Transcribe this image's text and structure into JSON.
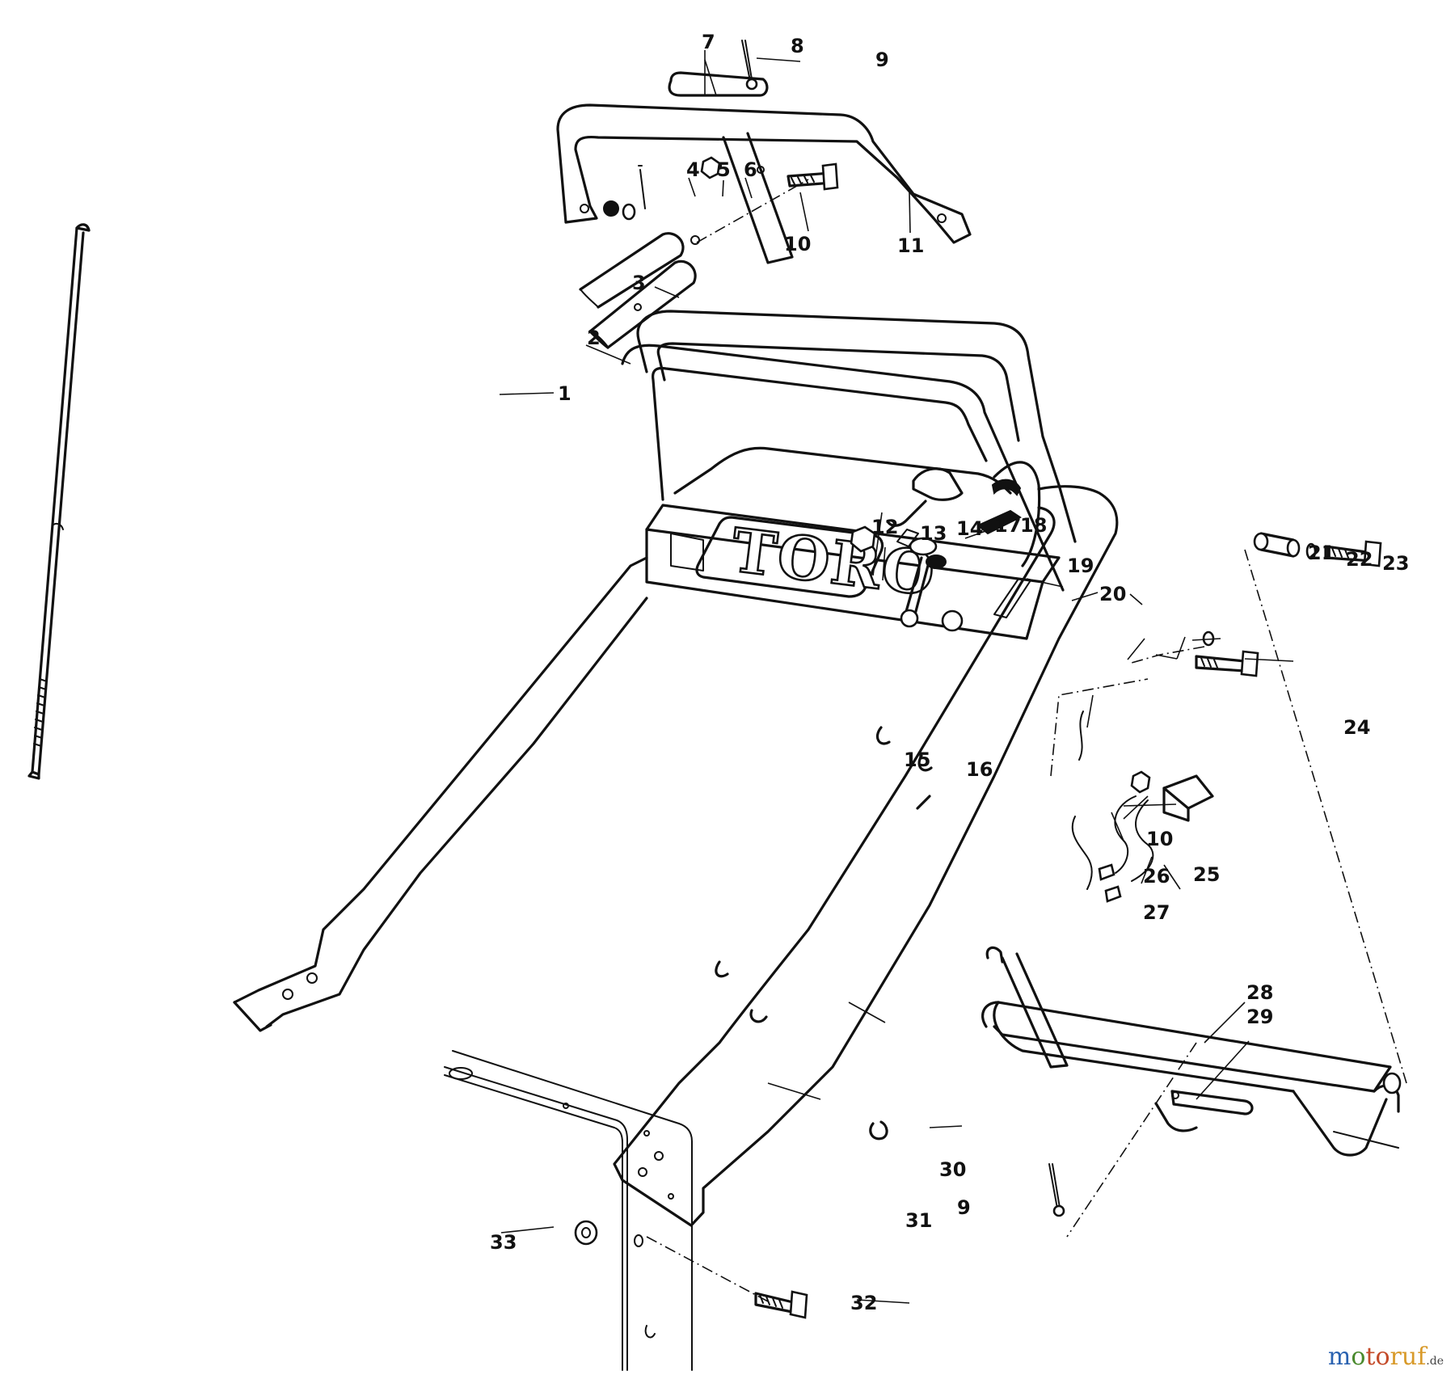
{
  "diagram": {
    "labels": {
      "n1": "1",
      "n2": "2",
      "n3": "3",
      "n4": "4",
      "n5": "5",
      "n6": "6",
      "n7": "7",
      "n8": "8",
      "n9a": "9",
      "n9b": "9",
      "n10a": "10",
      "n10b": "10",
      "n11": "11",
      "n12": "12",
      "n13": "13",
      "n14": "14",
      "n15": "15",
      "n16": "16",
      "n17": "17",
      "n18": "18",
      "n19": "19",
      "n20": "20",
      "n21": "21",
      "n22": "22",
      "n23": "23",
      "n24": "24",
      "n25": "25",
      "n26": "26",
      "n27": "27",
      "n28": "28",
      "n29": "29",
      "n30": "30",
      "n31": "31",
      "n32": "32",
      "n33": "33"
    },
    "decal_text": "TORO"
  },
  "watermark": {
    "p1": "m",
    "p2": "o",
    "p3": "to",
    "p4": "ruf",
    "p5": ".de"
  }
}
